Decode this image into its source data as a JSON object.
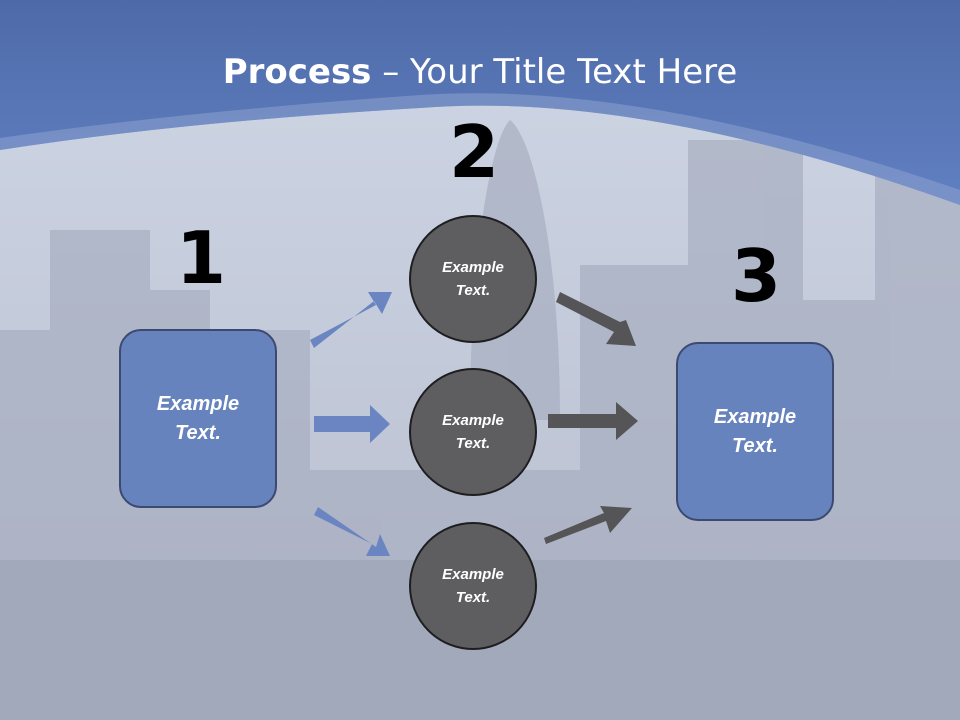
{
  "title": {
    "bold": "Process",
    "rest": " – Your Title Text Here"
  },
  "steps": {
    "one": {
      "number": "1",
      "text": "Example Text."
    },
    "two": {
      "number": "2",
      "circles": [
        "Example Text.",
        "Example Text.",
        "Example Text."
      ]
    },
    "three": {
      "number": "3",
      "text": "Example Text."
    }
  },
  "colors": {
    "header_blue": "#5d7bbd",
    "box_fill": "#6783bd",
    "circle_fill": "#5e5e61",
    "blue_arrow": "#6a85c1",
    "gray_arrow": "#555557"
  }
}
